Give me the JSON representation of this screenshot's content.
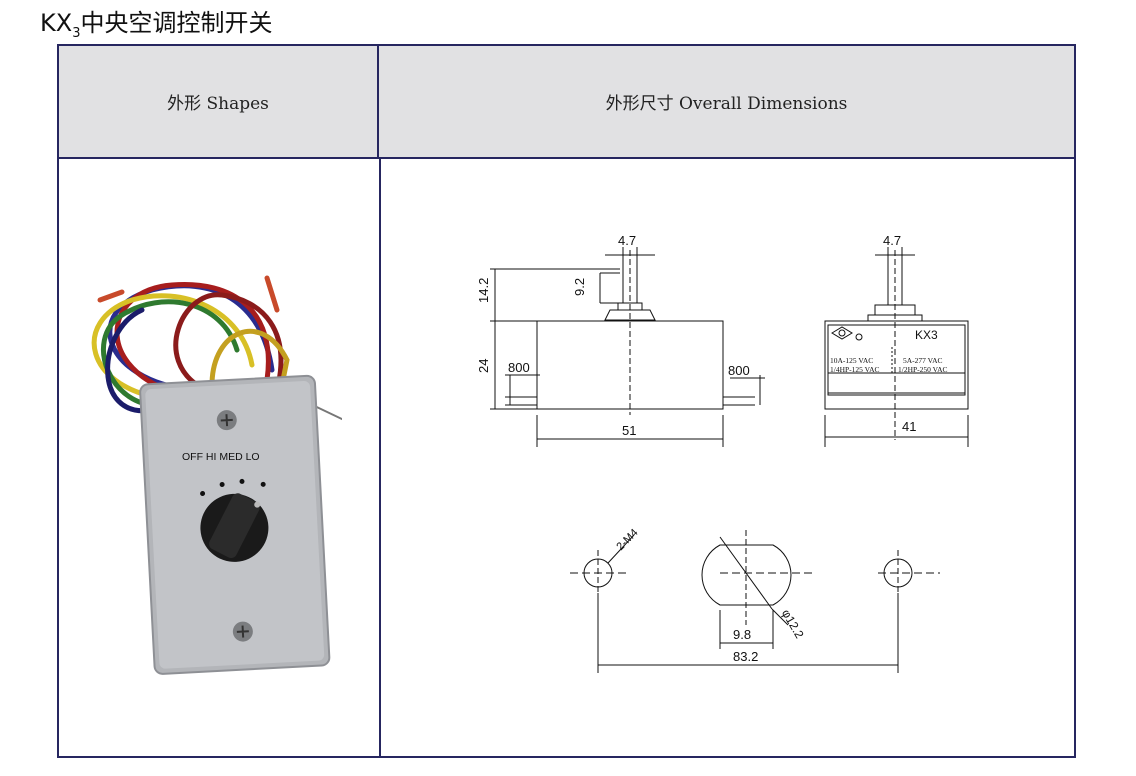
{
  "title": {
    "prefix": "KX",
    "subscript": "3",
    "text": "中央空调控制开关"
  },
  "table": {
    "header_left": "外形  Shapes",
    "header_right": "外形尺寸  Overall  Dimensions"
  },
  "switch_plate": {
    "dial_labels": "OFF  HI  MED  LO"
  },
  "front_view": {
    "shaft_width": "4.7",
    "shaft_height": "9.2",
    "upper_height": "14.2",
    "body_height": "24",
    "lead_left": "800",
    "lead_right": "800",
    "body_width": "51"
  },
  "side_view": {
    "shaft_width": "4.7",
    "model": "KX3",
    "rating_1": "10A-125   VAC",
    "rating_2": "1/4HP-125 VAC",
    "rating_3": "5A-277   VAC",
    "rating_4": "1/2HP-250   VAC",
    "width": "41"
  },
  "mounting": {
    "screw_label": "2-M4",
    "hole_diameter": "φ12.2",
    "flat_width": "9.8",
    "center_distance": "83.2"
  },
  "colors": {
    "frame": "#262660",
    "header_bg": "#e1e1e3",
    "plate": "#b3b5b9"
  }
}
